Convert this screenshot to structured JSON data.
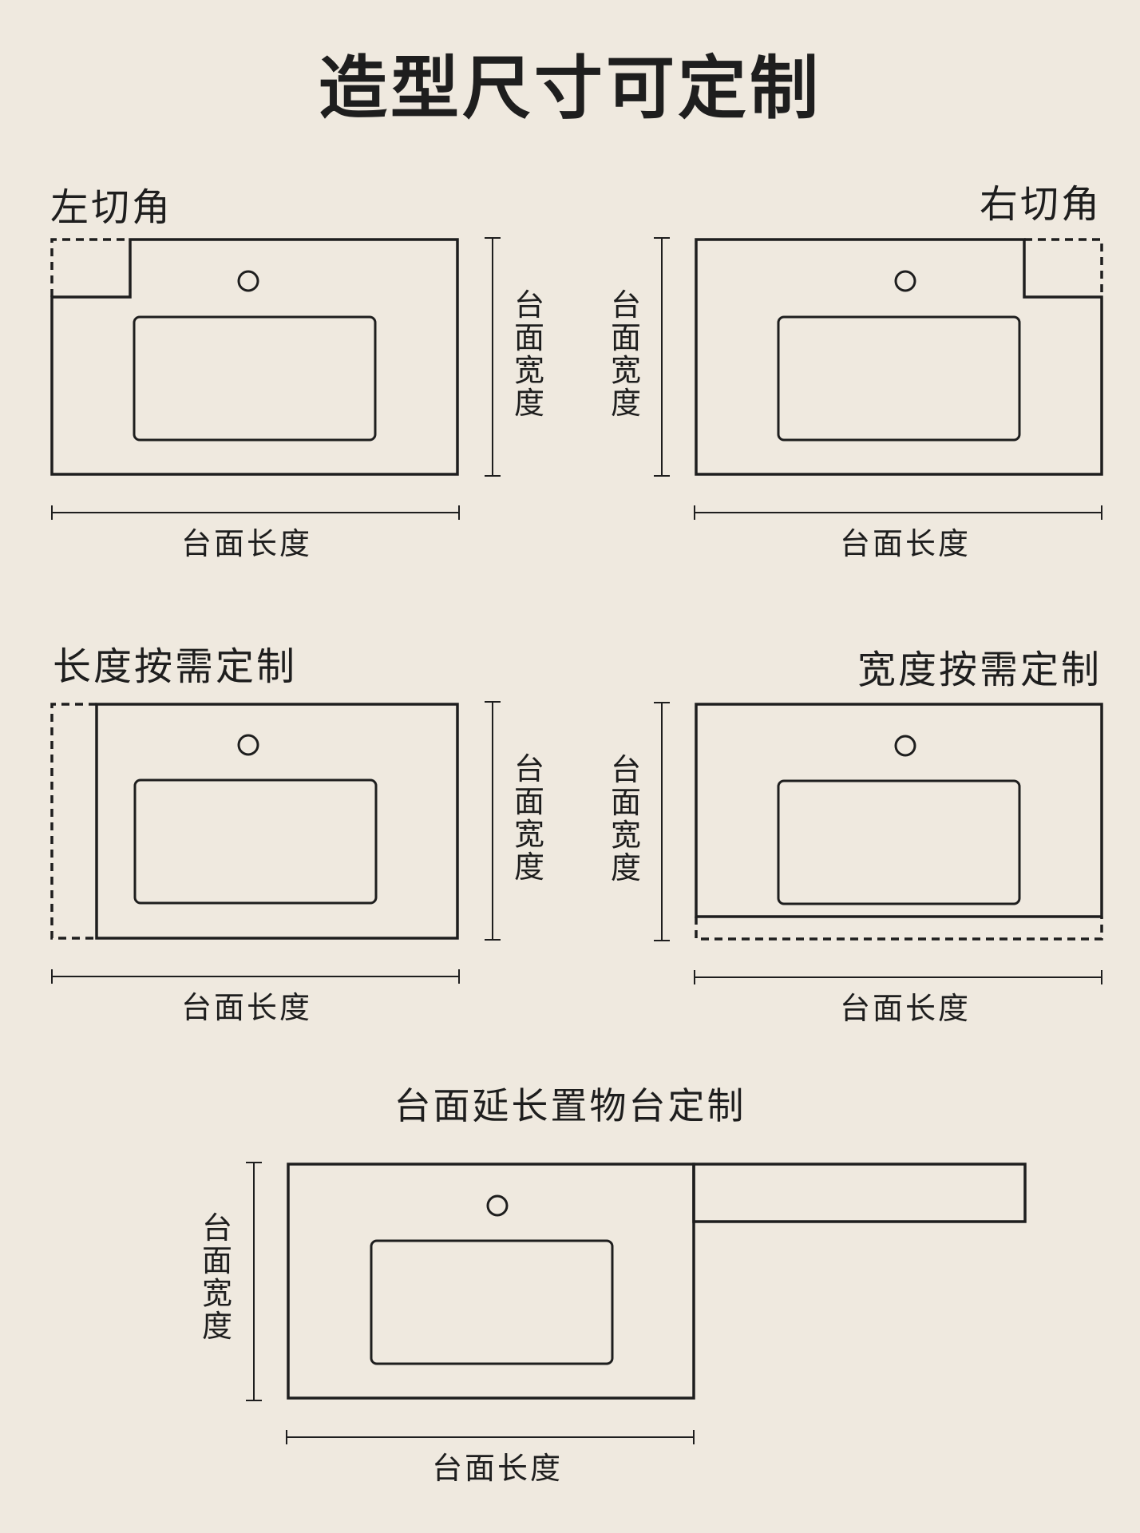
{
  "title": "造型尺寸可定制",
  "sections": {
    "left_cut": {
      "label": "左切角",
      "width_label": "台面宽度",
      "length_label": "台面长度"
    },
    "right_cut": {
      "label": "右切角",
      "width_label": "台面宽度",
      "length_label": "台面长度"
    },
    "length_custom": {
      "label": "长度按需定制",
      "width_label": "台面宽度",
      "length_label": "台面长度"
    },
    "width_custom": {
      "label": "宽度按需定制",
      "width_label": "台面宽度",
      "length_label": "台面长度"
    },
    "extension": {
      "label": "台面延长置物台定制",
      "width_label": "台面宽度",
      "length_label": "台面长度"
    }
  }
}
